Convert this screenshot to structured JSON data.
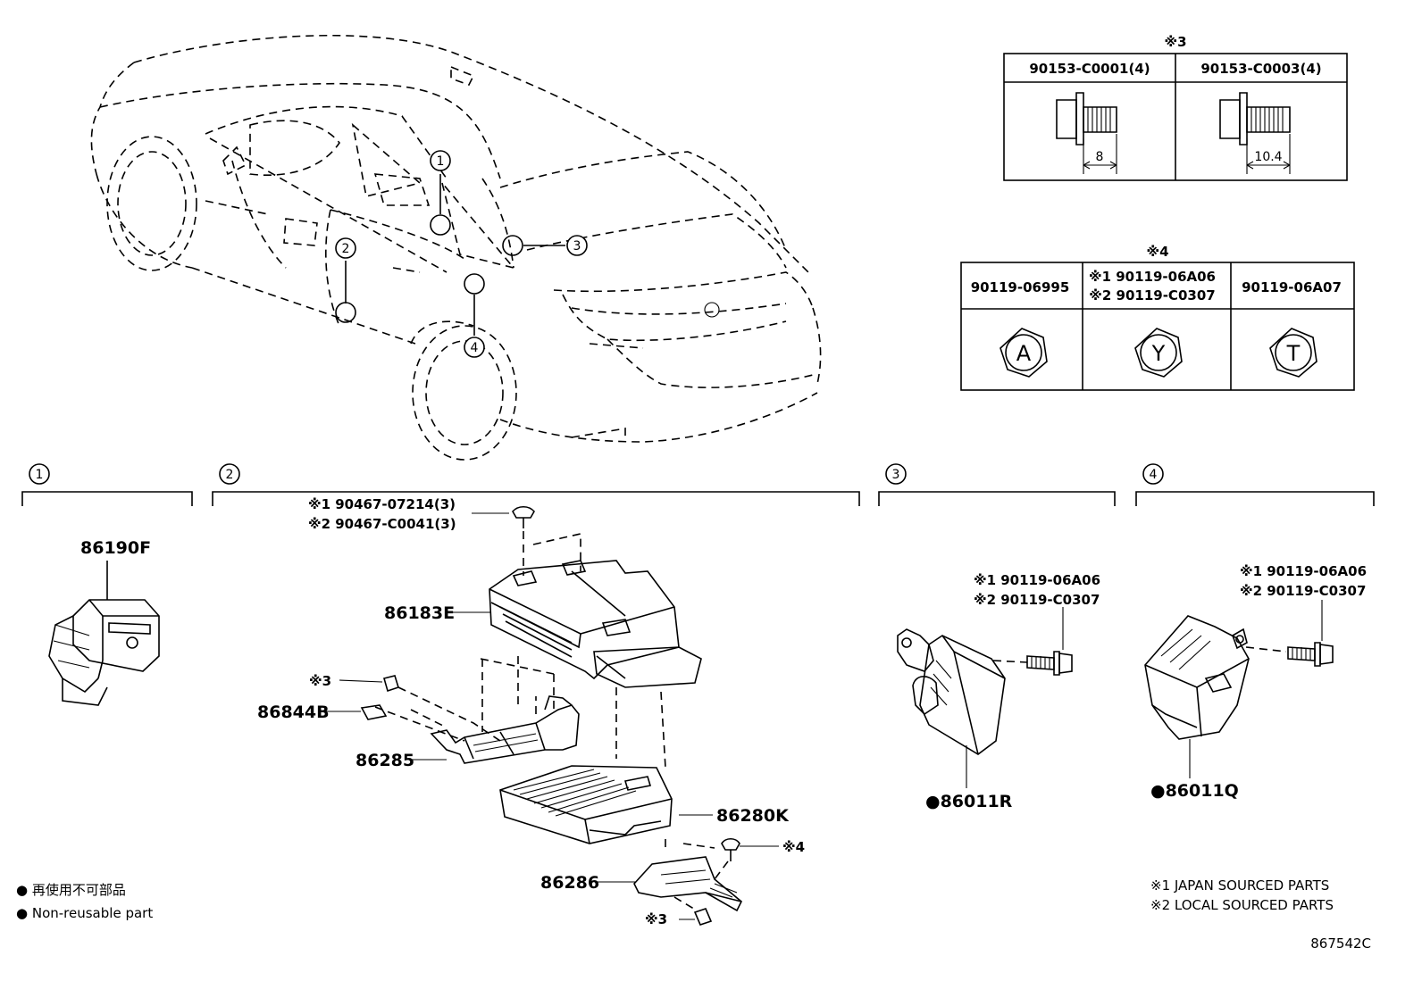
{
  "diagram": {
    "callout_numbers": [
      "1",
      "2",
      "3",
      "4"
    ],
    "table_note3": {
      "marker": "※3",
      "columns": [
        "90153-C0001(4)",
        "90153-C0003(4)"
      ],
      "dimensions": [
        "8",
        "10.4"
      ]
    },
    "table_note4": {
      "marker": "※4",
      "columns": [
        "90119-06995",
        "※1 90119-06A06",
        "※2 90119-C0307",
        "90119-06A07"
      ],
      "letters": [
        "A",
        "Y",
        "T"
      ]
    },
    "section1": {
      "parts": [
        "86190F"
      ]
    },
    "section2": {
      "screw_labels": [
        "※1  90467-07214(3)",
        "※2  90467-C0041(3)"
      ],
      "parts": [
        "86183E",
        "86844B",
        "86285",
        "86280K",
        "86286"
      ],
      "note3_a": "※3",
      "note3_b": "※3",
      "note4": "※4"
    },
    "section3": {
      "bolt_labels": [
        "※1 90119-06A06",
        "※2 90119-C0307"
      ],
      "part": "●86011R"
    },
    "section4": {
      "bolt_labels": [
        "※1  90119-06A06",
        "※2  90119-C0307"
      ],
      "part": "●86011Q"
    },
    "legend": {
      "jp": "● 再使用不可部品",
      "en": "● Non-reusable part"
    },
    "notes": {
      "note1": "※1  JAPAN SOURCED PARTS",
      "note2": "※2  LOCAL SOURCED PARTS"
    },
    "drawing_code": "867542C"
  }
}
